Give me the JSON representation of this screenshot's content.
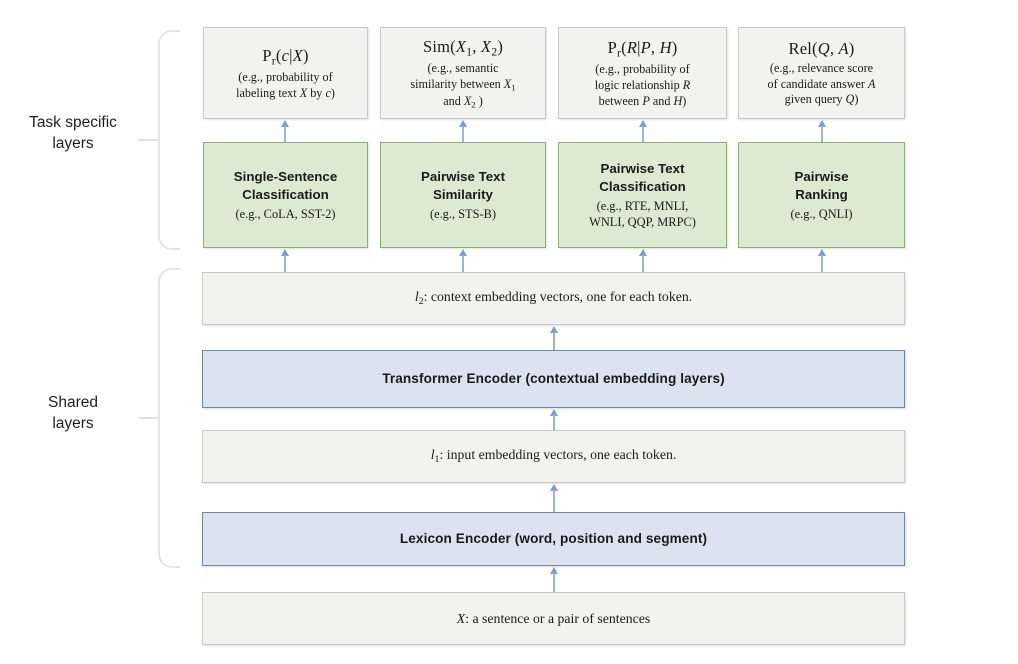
{
  "diagram": {
    "side_labels": [
      {
        "id": "task-specific",
        "line1": "Task specific",
        "line2": "layers"
      },
      {
        "id": "shared",
        "line1": "Shared",
        "line2": "layers"
      }
    ],
    "output_boxes": [
      {
        "id": "prob-c-given-x",
        "title_plain": "Pr(c|X)",
        "sub_lines": [
          "(e.g., probability of",
          "labeling text X by c)"
        ]
      },
      {
        "id": "sim-x1-x2",
        "title_plain": "Sim(X1, X2)",
        "sub_lines": [
          "(e.g., semantic",
          "similarity between X1",
          "and X2 )"
        ]
      },
      {
        "id": "prob-r-given-p-h",
        "title_plain": "Pr(R|P, H)",
        "sub_lines": [
          "(e.g., probability of",
          "logic relationship R",
          "between P and H)"
        ]
      },
      {
        "id": "rel-q-a",
        "title_plain": "Rel(Q, A)",
        "sub_lines": [
          "(e.g., relevance score",
          "of candidate answer A",
          "given query Q)"
        ]
      }
    ],
    "task_boxes": [
      {
        "id": "single-sentence-classification",
        "title_lines": [
          "Single-Sentence",
          "Classification"
        ],
        "sub_lines": [
          "(e.g., CoLA, SST-2)"
        ]
      },
      {
        "id": "pairwise-text-similarity",
        "title_lines": [
          "Pairwise Text",
          "Similarity"
        ],
        "sub_lines": [
          "(e.g., STS-B)"
        ]
      },
      {
        "id": "pairwise-text-classification",
        "title_lines": [
          "Pairwise Text",
          "Classification"
        ],
        "sub_lines": [
          "(e.g., RTE, MNLI,",
          "WNLI, QQP, MRPC)"
        ]
      },
      {
        "id": "pairwise-ranking",
        "title_lines": [
          "Pairwise",
          "Ranking"
        ],
        "sub_lines": [
          "(e.g., QNLI)"
        ]
      }
    ],
    "shared_layers": {
      "l2_label": "l2: context embedding vectors, one for each token.",
      "l2_symbol": "l",
      "l2_subscript": "2",
      "l2_text": ": context embedding vectors, one for each token.",
      "transformer_encoder": "Transformer Encoder (contextual embedding layers)",
      "l1_symbol": "l",
      "l1_subscript": "1",
      "l1_text": ": input embedding vectors, one each token.",
      "lexicon_encoder": "Lexicon Encoder (word, position and segment)"
    },
    "input_box": {
      "id": "input-sentence",
      "symbol": "X",
      "text": ": a sentence or a pair of sentences"
    },
    "colors": {
      "gray_fill": "#f2f2f0",
      "gray_border": "#c9c9c7",
      "green_fill": "#dcead2",
      "green_border": "#8dac78",
      "blue_fill": "#dbe3f1",
      "blue_border": "#73889f",
      "arrow": "#7e9bc4",
      "brace": "#e2e4ea",
      "background": "#ffffff"
    }
  }
}
